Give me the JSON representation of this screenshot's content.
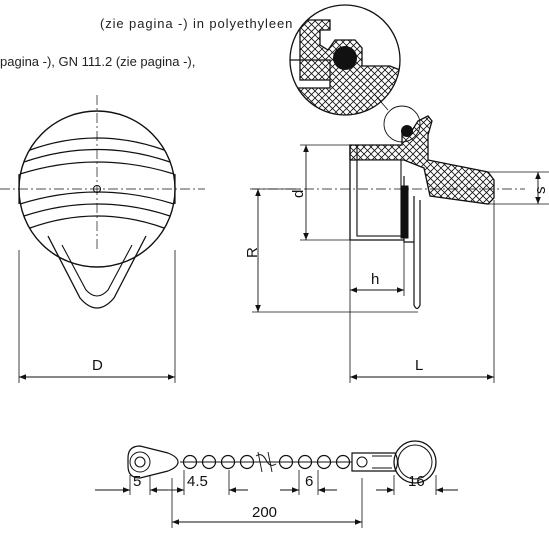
{
  "text_lines": [
    "(zie pagina -) in polyethyleen",
    "pagina -), GN 111.2 (zie pagina -),"
  ],
  "dimensions": {
    "D": "D",
    "L": "L",
    "R": "R",
    "d": "d",
    "h": "h",
    "s": "s",
    "chain_5": "5",
    "chain_4_5": "4.5",
    "chain_6": "6",
    "chain_16": "16",
    "chain_200": "200"
  }
}
